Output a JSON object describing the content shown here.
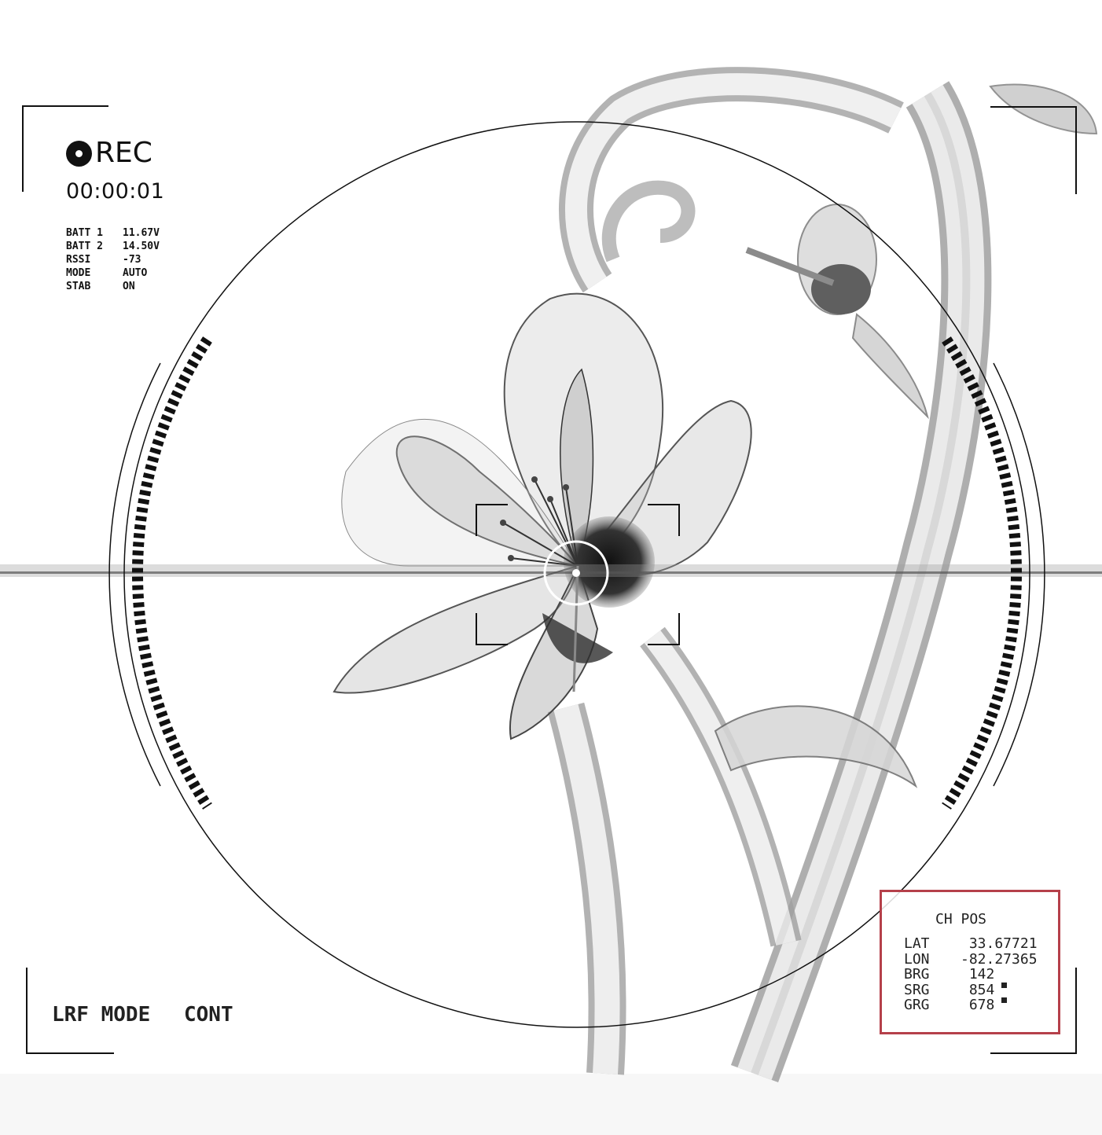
{
  "recorder": {
    "rec_label": "REC",
    "timecode": "00:00:01"
  },
  "telemetry": [
    {
      "key": "BATT 1",
      "value": "11.67V"
    },
    {
      "key": "BATT 2",
      "value": "14.50V"
    },
    {
      "key": "RSSI",
      "value": "-73"
    },
    {
      "key": "MODE",
      "value": "AUTO"
    },
    {
      "key": "STAB",
      "value": "ON"
    }
  ],
  "lrf": {
    "label": "LRF MODE",
    "value": "CONT"
  },
  "position_panel": {
    "title": "CH POS",
    "border_color": "#b5404a",
    "rows": [
      {
        "key": "LAT",
        "value": " 33.67721",
        "marked": false
      },
      {
        "key": "LON",
        "value": "-82.27365",
        "marked": false
      },
      {
        "key": "BRG",
        "value": " 142",
        "marked": false
      },
      {
        "key": "SRG",
        "value": " 854",
        "marked": true
      },
      {
        "key": "GRG",
        "value": " 678",
        "marked": true
      }
    ]
  },
  "scene": {
    "subject": "x-ray-style glass flower",
    "palette": "grayscale"
  }
}
